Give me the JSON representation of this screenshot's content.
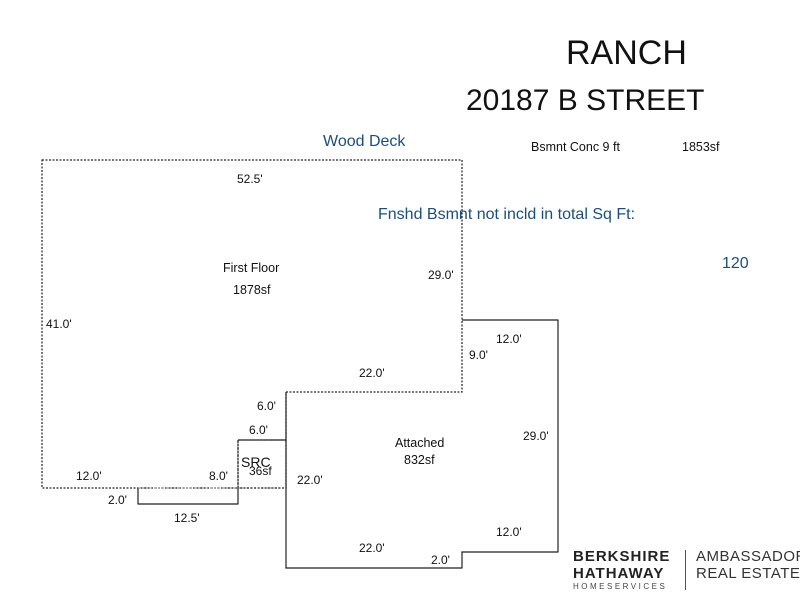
{
  "title": "RANCH",
  "address": "20187 B STREET",
  "wood_deck": "Wood Deck",
  "basement": {
    "label": "Bsmnt Conc 9 ft",
    "area": "1853sf"
  },
  "finished_basement_note": "Fnshd Bsmnt not incld in total Sq Ft:",
  "finished_basement_value": "120",
  "first_floor": {
    "label": "First Floor",
    "area": "1878sf"
  },
  "attached": {
    "label": "Attached",
    "area": "832sf"
  },
  "src": {
    "label": "SRC",
    "area": "36sf"
  },
  "dimensions": {
    "ff_top": "52.5'",
    "ff_left": "41.0'",
    "ff_right": "29.0'",
    "ff_step_h": "22.0'",
    "ff_step_v": "6.0'",
    "src_top": "6.0'",
    "ff_bottom_left": "12.0'",
    "ff_bottom_mid": "8.0'",
    "jog_v": "2.0'",
    "jog_bottom": "12.5'",
    "att_top": "12.0'",
    "att_top_v": "9.0'",
    "att_right": "29.0'",
    "att_left": "22.0'",
    "att_bottom": "22.0'",
    "att_bottom_v": "2.0'",
    "att_bottom_right": "12.0'"
  },
  "logo": {
    "line1": "BERKSHIRE",
    "line2": "HATHAWAY",
    "line3": "HOMESERVICES",
    "right1": "AMBASSADOR",
    "right2": "REAL ESTATE"
  }
}
